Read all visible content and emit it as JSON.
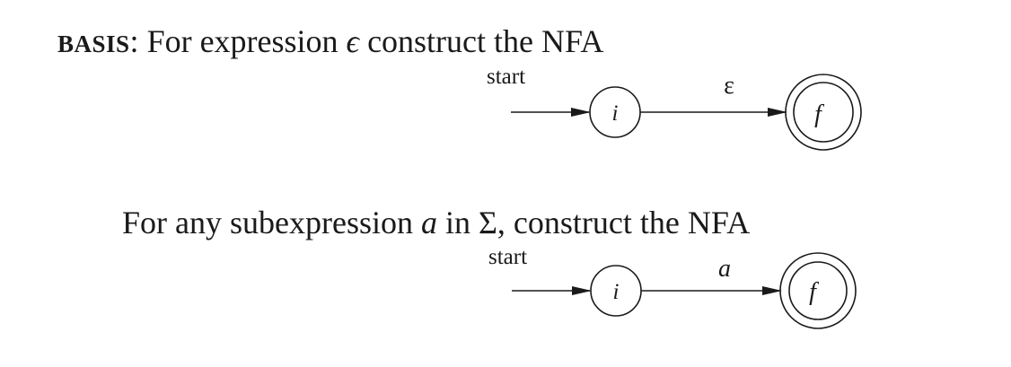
{
  "basis": {
    "keyword": "BASIS",
    "colon": ":",
    "text_before": " For expression ",
    "epsilon": "ϵ",
    "text_after": " construct the NFA"
  },
  "sub": {
    "text_before": "For any subexpression ",
    "var": "a",
    "text_mid": " in Σ, construct the NFA"
  },
  "nfa1": {
    "start_label": "start",
    "state_i": "i",
    "state_f": "f",
    "transition_label": "ε"
  },
  "nfa2": {
    "start_label": "start",
    "state_i": "i",
    "state_f": "f",
    "transition_label": "a"
  },
  "colors": {
    "ink": "#1a1a1a",
    "background": "#ffffff"
  }
}
